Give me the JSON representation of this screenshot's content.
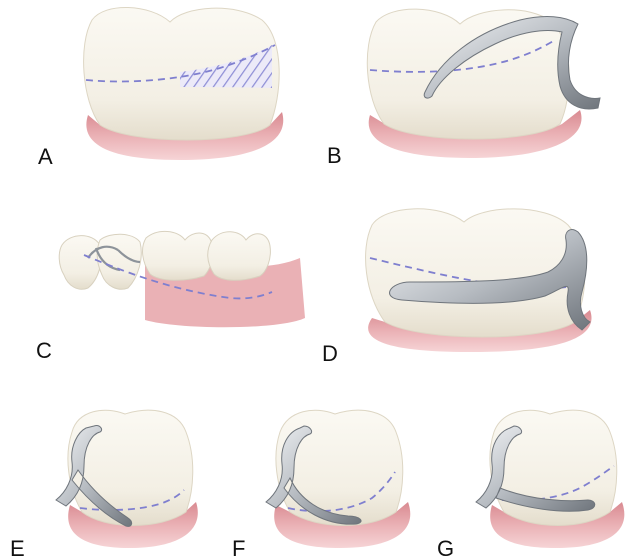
{
  "figure": {
    "panels": [
      {
        "label": "A",
        "depicts": "molar-crown-hatched-clasp-zone"
      },
      {
        "label": "B",
        "depicts": "molar-crown-cast-clasp-arm"
      },
      {
        "label": "C",
        "depicts": "partial-arch-with-clasp"
      },
      {
        "label": "D",
        "depicts": "molar-crown-circumferential-clasp"
      },
      {
        "label": "E",
        "depicts": "molar-crown-bar-clasp-variant"
      },
      {
        "label": "F",
        "depicts": "molar-crown-bar-clasp-variant"
      },
      {
        "label": "G",
        "depicts": "molar-crown-bar-clasp-variant"
      }
    ]
  },
  "colors": {
    "enamel": "#f6f3ea",
    "enamel_shade": "#e2ddd0",
    "gingiva": "#e8a9ad",
    "gingiva_dark": "#c97c83",
    "survey_line": "#7f7fcf",
    "hatch": "#8f8fd6",
    "metal_light": "#e9ecef",
    "metal_dark": "#7d838a"
  }
}
